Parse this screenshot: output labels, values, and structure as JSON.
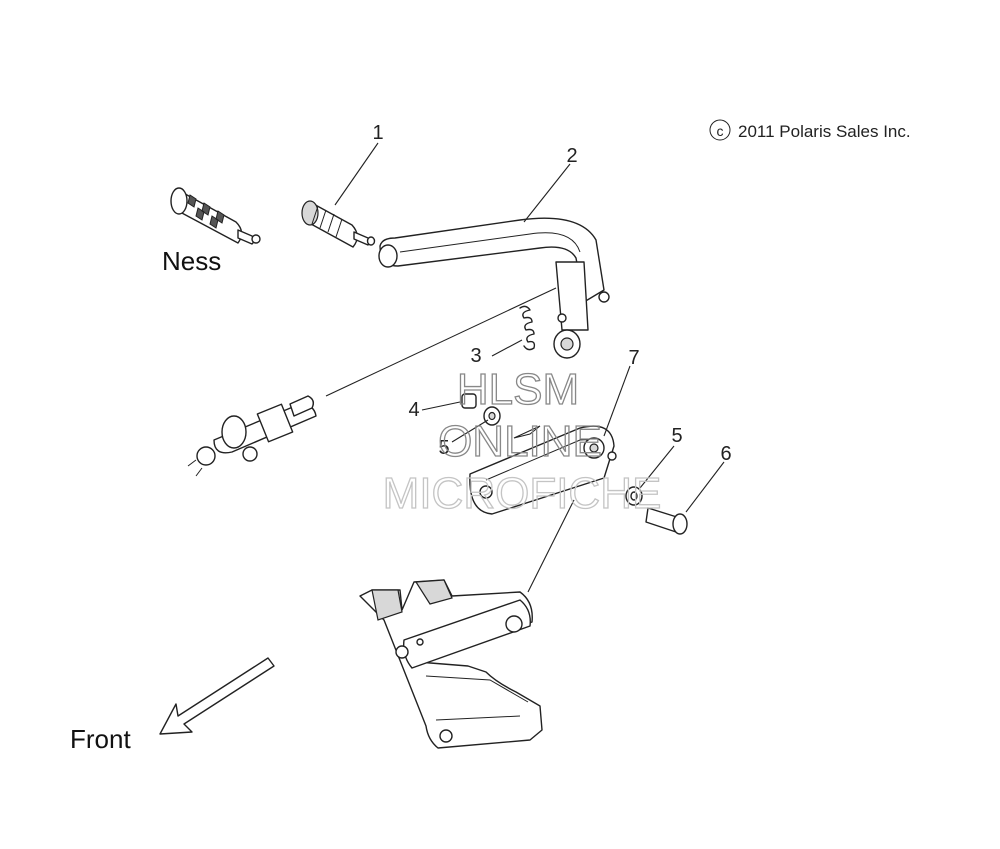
{
  "copyright": "2011 Polaris Sales Inc.",
  "copyright_symbol": "c",
  "labels": {
    "ness": "Ness",
    "front": "Front"
  },
  "callouts": {
    "c1": "1",
    "c2": "2",
    "c3": "3",
    "c4": "4",
    "c5a": "5",
    "c5b": "5",
    "c6": "6",
    "c7": "7"
  },
  "watermark": {
    "line1": "HLSM",
    "line2": "ONLINE",
    "line3": "MICROFICHE"
  }
}
